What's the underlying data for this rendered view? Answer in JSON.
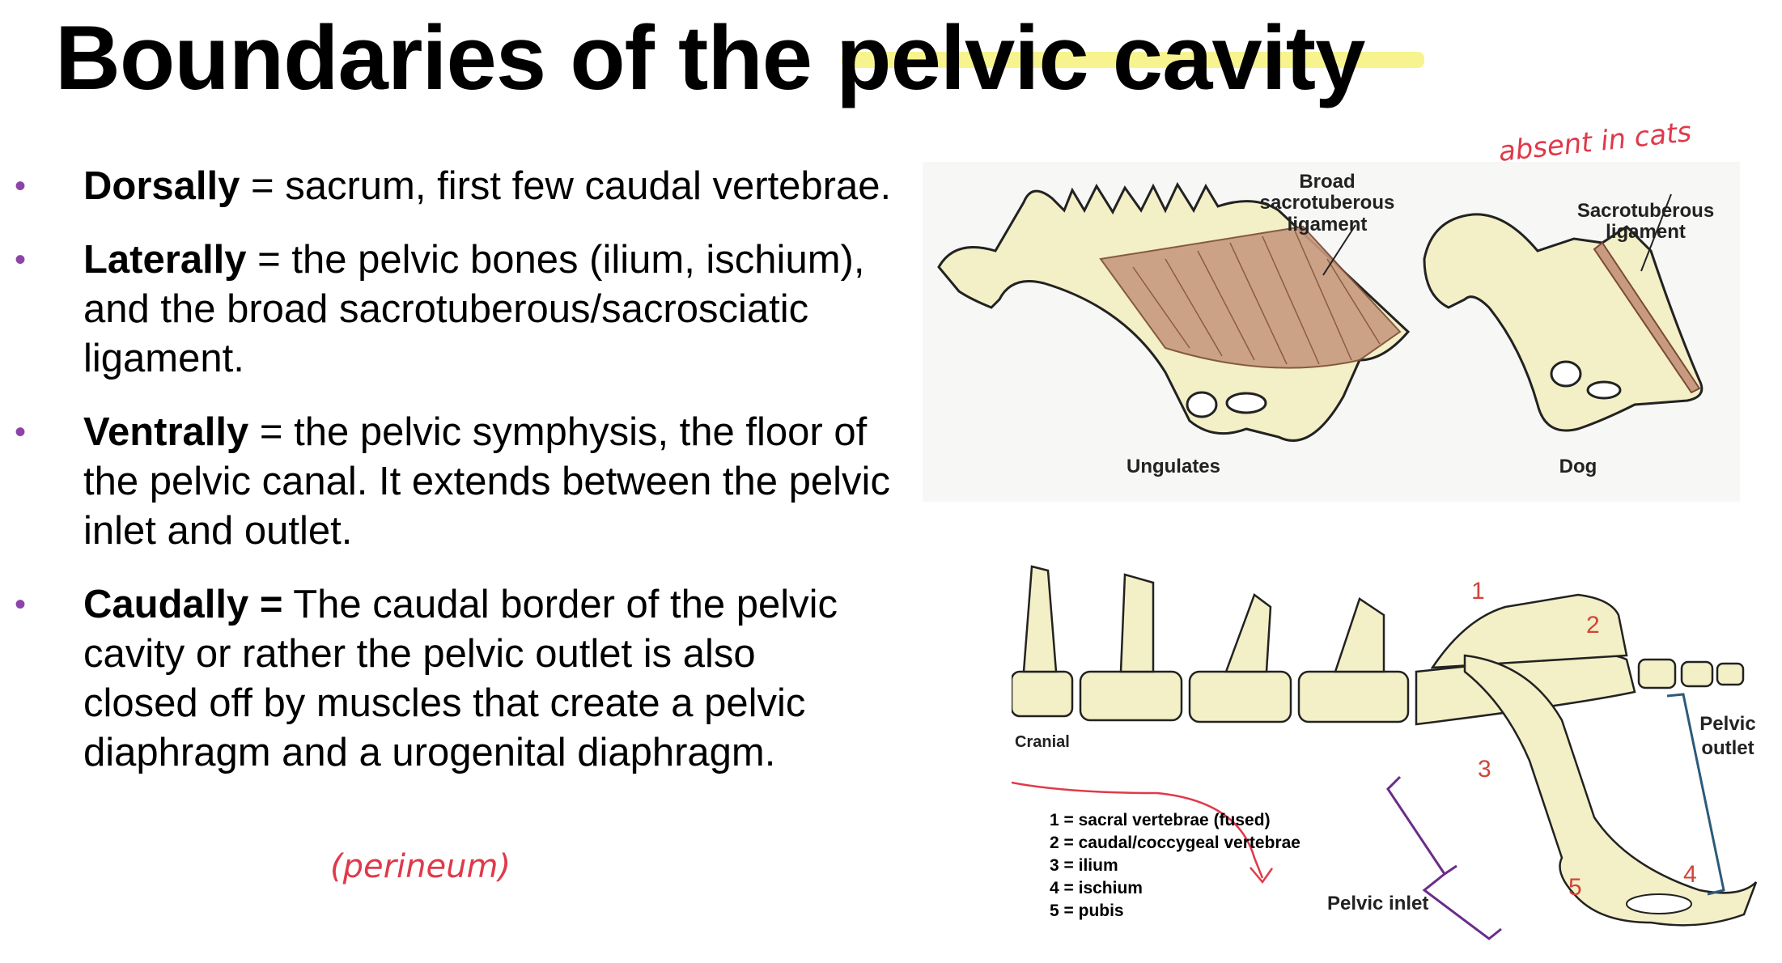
{
  "title": "Boundaries of the pelvic cavity",
  "bullets": [
    {
      "term": "Dorsally",
      "sep": " = ",
      "text": "sacrum, first few caudal vertebrae."
    },
    {
      "term": "Laterally",
      "sep": " = ",
      "text": "the pelvic bones (ilium, ischium), and the broad sacrotuberous/sacrosciatic ligament."
    },
    {
      "term": "Ventrally",
      "sep": " = ",
      "text": "the pelvic symphysis, the floor of the pelvic canal. It extends between the pelvic inlet and outlet."
    },
    {
      "term": "Caudally =",
      "sep": " ",
      "text": "The caudal border of the pelvic cavity or rather the pelvic outlet is also closed off by muscles that create a pelvic diaphragm and a urogenital diaphragm."
    }
  ],
  "annotations": {
    "perineum": "(perineum)",
    "absent_in_cats": "absent in cats"
  },
  "top_figure": {
    "broad_ligament": "Broad sacrotuberous ligament",
    "sacrotuberous": "Sacrotuberous ligament",
    "ungulates": "Ungulates",
    "dog": "Dog"
  },
  "bottom_figure": {
    "cranial": "Cranial",
    "pelvic_outlet": "Pelvic outlet",
    "pelvic_inlet": "Pelvic inlet",
    "numbers": [
      "1",
      "2",
      "3",
      "4",
      "5"
    ],
    "legend": [
      "1 = sacral vertebrae (fused)",
      "2 = caudal/coccygeal vertebrae",
      "3 = ilium",
      "4 = ischium",
      "5 = pubis"
    ]
  },
  "colors": {
    "highlight": "#f4f06a",
    "bullet": "#8c44a8",
    "ink": "#e0394a",
    "bone": "#f3efc6",
    "ligament": "#c89a80"
  }
}
